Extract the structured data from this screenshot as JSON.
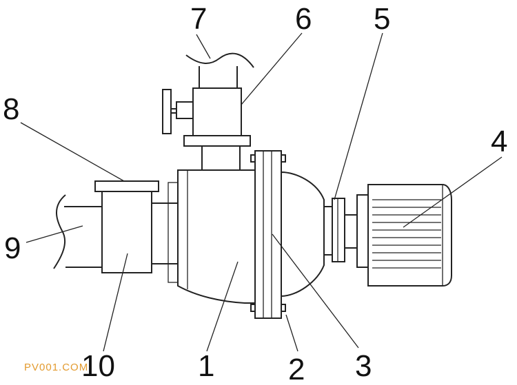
{
  "labels": {
    "l1": "1",
    "l2": "2",
    "l3": "3",
    "l4": "4",
    "l5": "5",
    "l6": "6",
    "l7": "7",
    "l8": "8",
    "l9": "9",
    "l10": "10"
  },
  "watermark": "PV001.COM",
  "colors": {
    "line": "#222222",
    "watermark": "#e39b2f",
    "background": "#ffffff"
  }
}
